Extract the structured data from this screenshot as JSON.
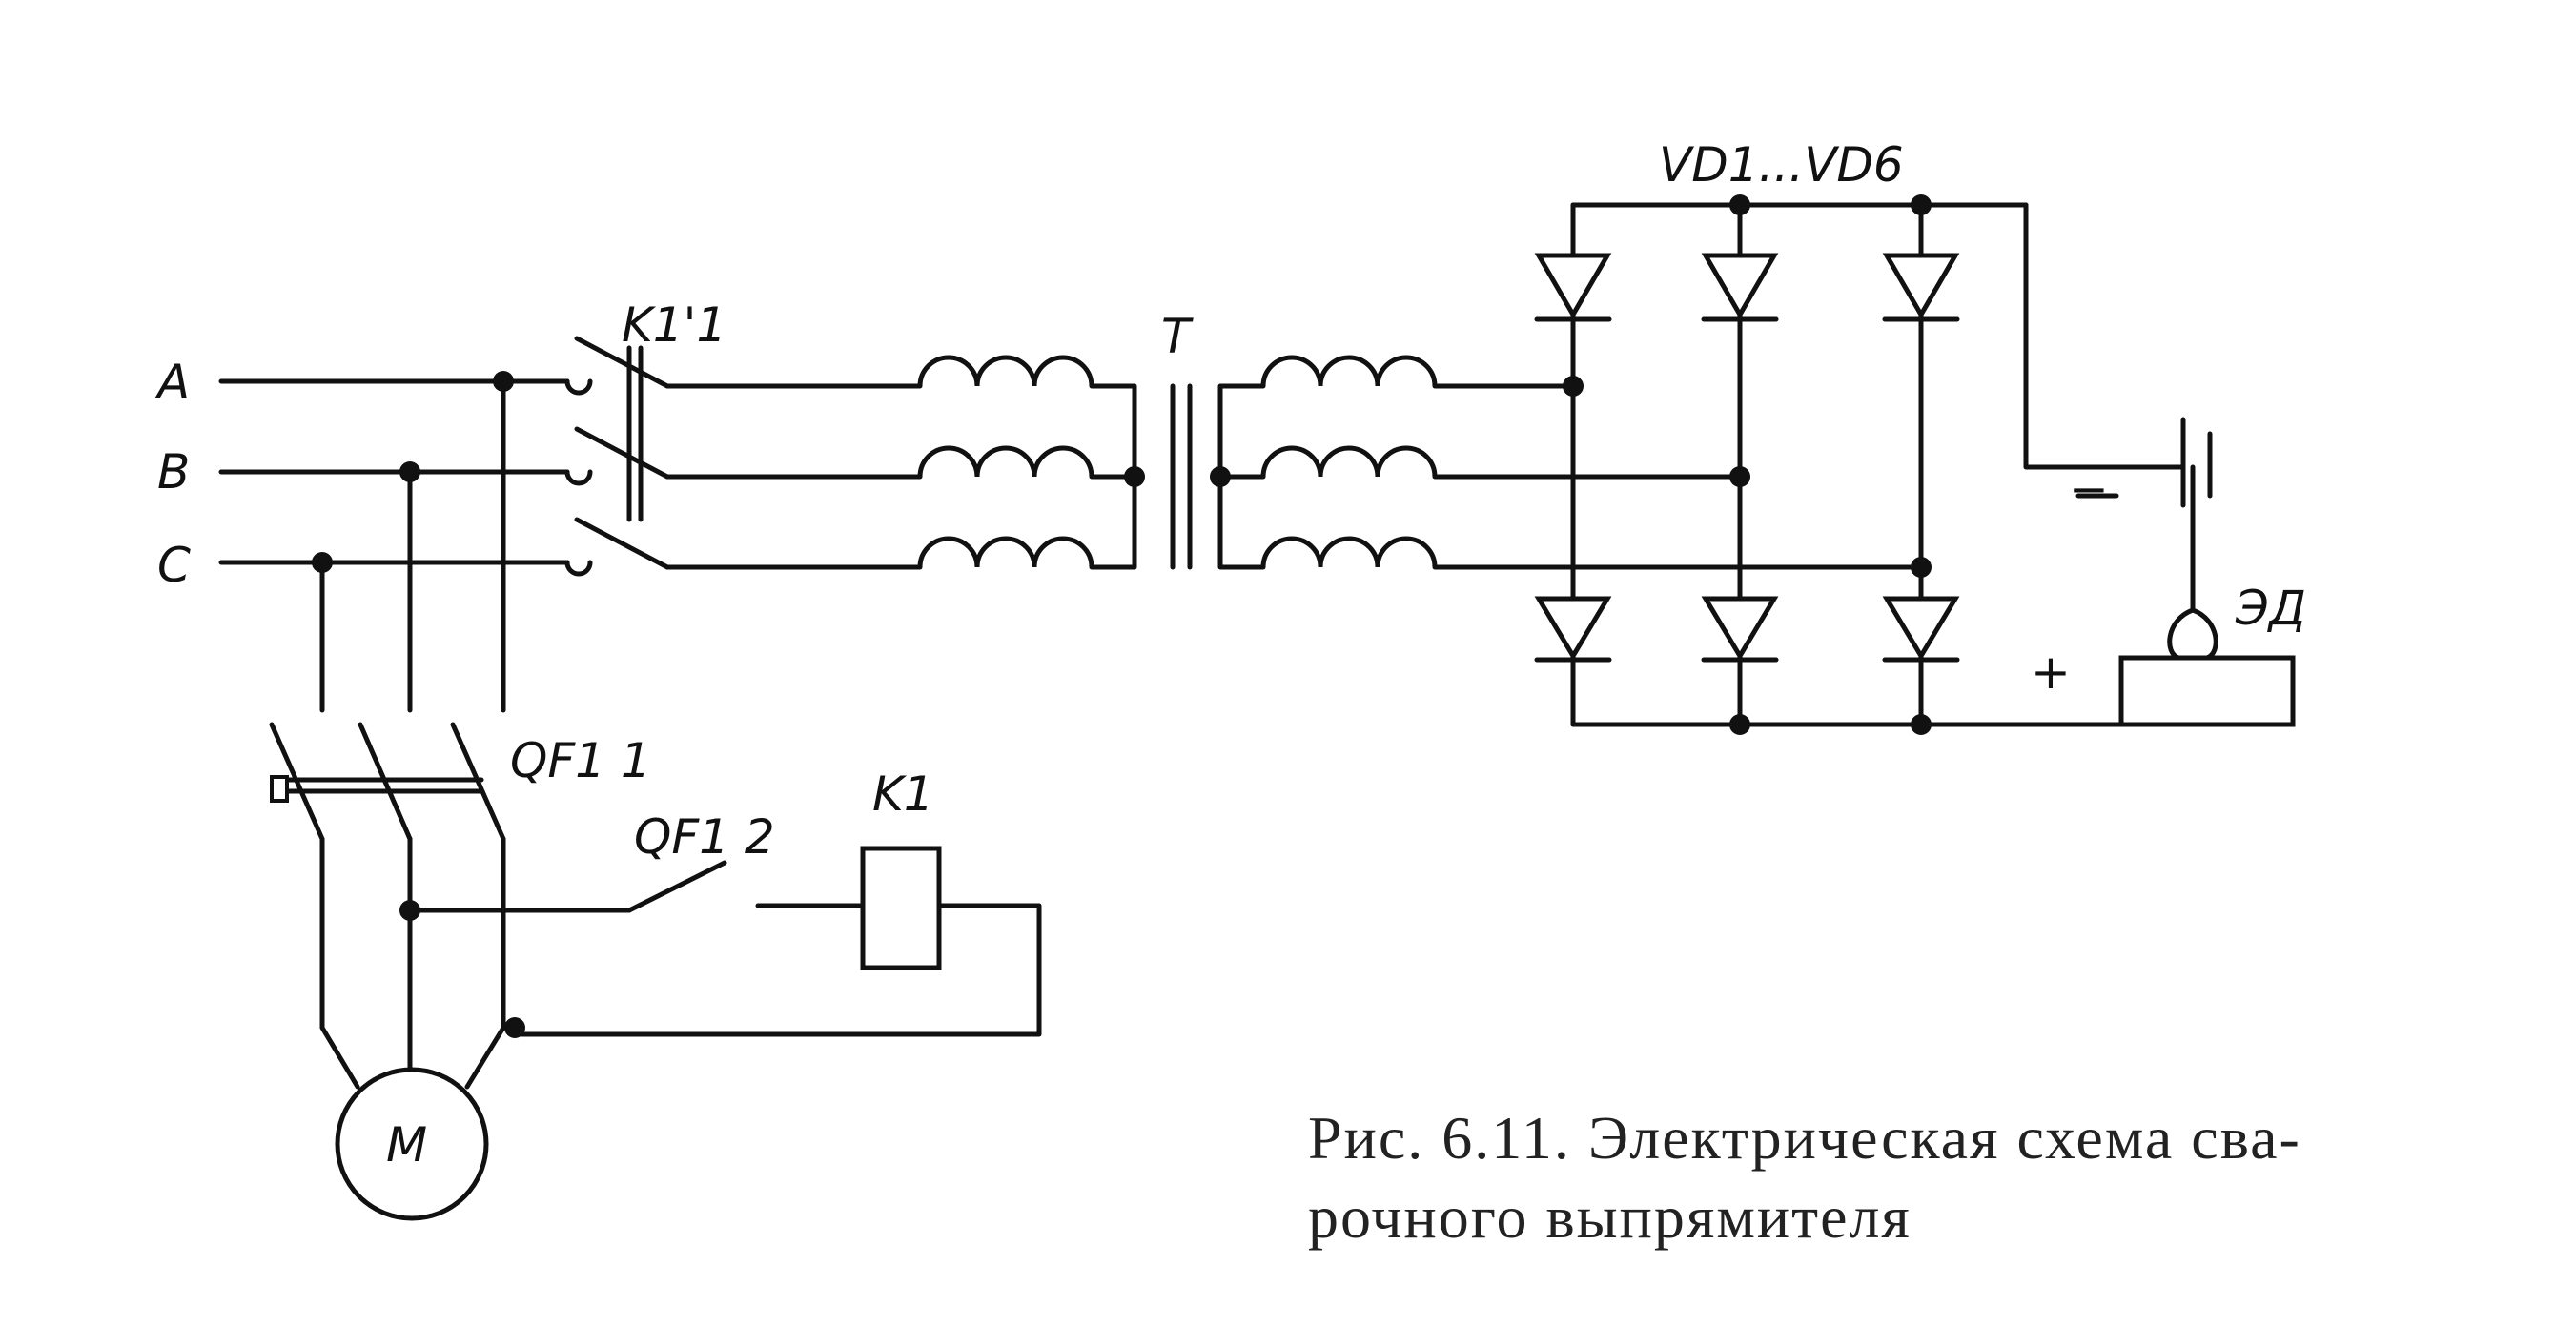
{
  "labels": {
    "phase_a": "A",
    "phase_b": "B",
    "phase_c": "C",
    "contactor_contacts": "K1'1",
    "transformer": "T",
    "diodes": "VD1...VD6",
    "breaker_main": "QF1 1",
    "breaker_aux": "QF1 2",
    "contactor_coil": "K1",
    "motor": "M",
    "electrode": "ЭД",
    "minus": "−",
    "plus": "+"
  },
  "caption": {
    "line1": "Рис. 6.11. Электрическая  схема сва-",
    "line2": "рочного выпрямителя"
  },
  "colors": {
    "ink": "#111111",
    "paper": "#ffffff"
  }
}
